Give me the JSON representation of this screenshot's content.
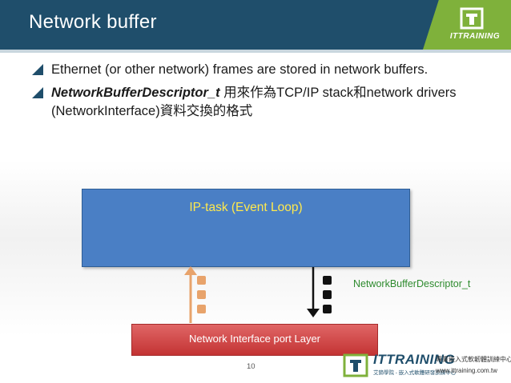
{
  "header": {
    "title": "Network buffer",
    "logo_text": "ITTRAINING"
  },
  "bullets": [
    {
      "text": "Ethernet (or other network) frames are stored in network buffers."
    },
    {
      "strong": "NetworkBufferDescriptor_t",
      "text": " 用來作為TCP/IP stack和network drivers (NetworkInterface)資料交換的格式"
    }
  ],
  "diagram": {
    "top_box_label": "IP-task (Event Loop)",
    "bottom_box_label": "Network Interface port Layer",
    "arrow_label": "NetworkBufferDescriptor_t"
  },
  "footer": {
    "page_number": "10",
    "brand": "ITTRAINING",
    "brand_sub": "艾鍗學院 - 嵌入式軟體研發訓練中心",
    "brand_zh": "專業嵌入式軟韌體訓練中心",
    "url": "www.ittraining.com.tw"
  },
  "colors": {
    "header_bg": "#1f4e6b",
    "accent_green": "#7fb13b",
    "top_box": "#4a7fc5",
    "bottom_box": "#c33333",
    "up_arrow": "#e8a36b",
    "down_arrow": "#111111",
    "label_green": "#2e8b2e"
  }
}
